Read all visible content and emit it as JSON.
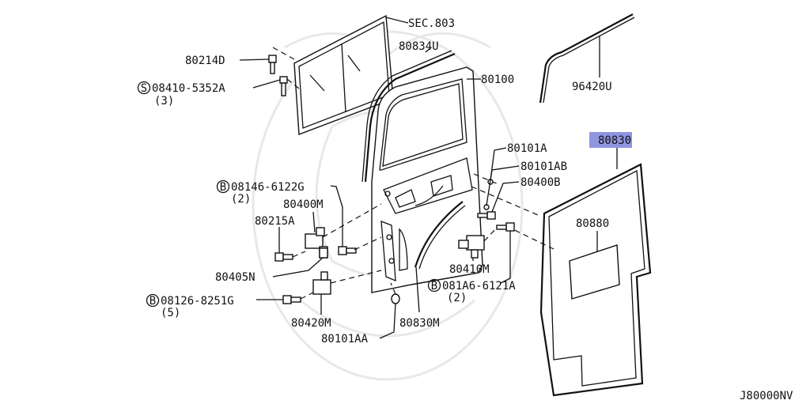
{
  "diagram_code": "J80000NV",
  "highlight_color": "#8f96e0",
  "labels": {
    "sec803": "SEC.803",
    "p80214d": "80214D",
    "p08410": "08410-5352A",
    "q3": "(3)",
    "p80834u": "80834U",
    "p80100": "80100",
    "p96420u": "96420U",
    "p80830": "80830",
    "p80101a": "80101A",
    "p80101ab": "80101AB",
    "p80400b": "80400B",
    "p08146": "08146-6122G",
    "q2a": "(2)",
    "p80400m": "80400M",
    "p80215a": "80215A",
    "p80880": "80880",
    "p80405n": "80405N",
    "p80410m": "80410M",
    "p081a6": "081A6-6121A",
    "q2b": "(2)",
    "p08126": "08126-8251G",
    "q5": "(5)",
    "p80420m": "80420M",
    "p80830m": "80830M",
    "p80101aa": "80101AA"
  },
  "prefix_symbols": {
    "s": "S",
    "b1": "B",
    "b2": "B",
    "b3": "B"
  }
}
